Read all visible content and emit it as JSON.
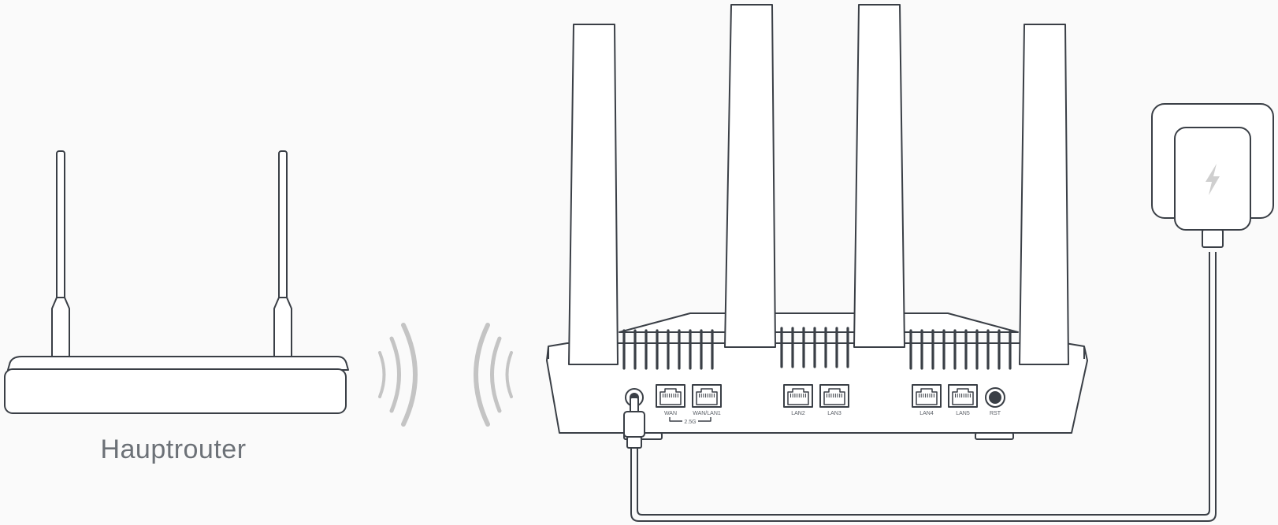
{
  "labels": {
    "main_router": "Hauptrouter"
  },
  "ports": {
    "wan": "WAN",
    "wan_lan1": "WAN/LAN1",
    "speed": "2.5G",
    "lan2": "LAN2",
    "lan3": "LAN3",
    "lan4": "LAN4",
    "lan5": "LAN5",
    "rst": "RST"
  },
  "icons": {
    "signal": "wifi-signal-arcs",
    "power": "lightning-bolt"
  },
  "colors": {
    "outline": "#3a3f46",
    "signal": "#c4c4c4",
    "label": "#6c7177",
    "background": "#fafafa"
  }
}
